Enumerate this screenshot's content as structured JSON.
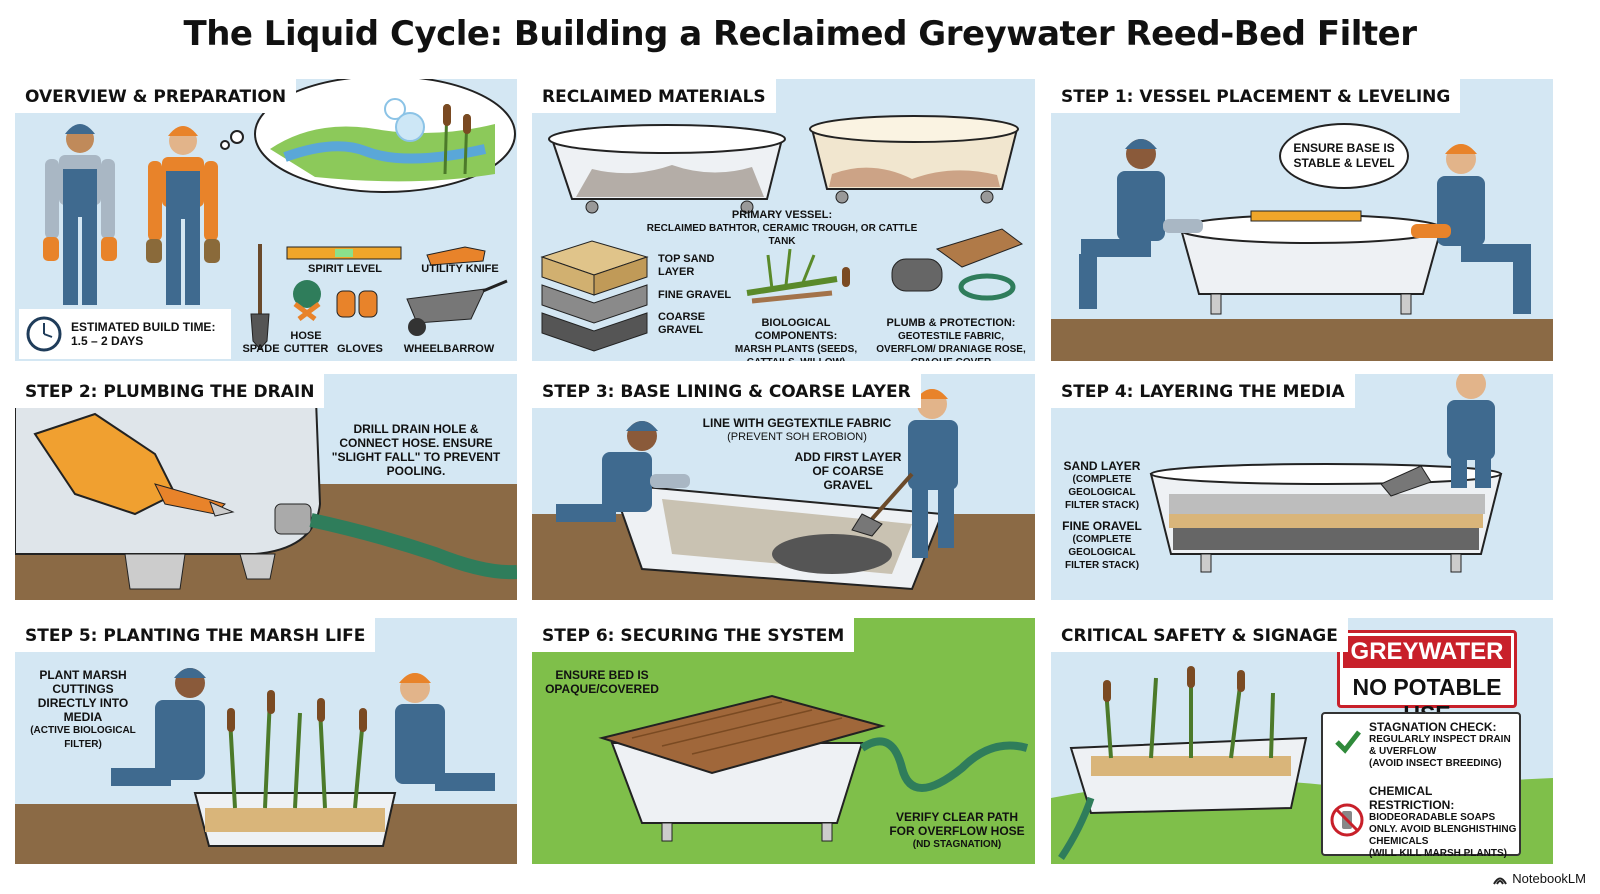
{
  "title": "The Liquid Cycle: Building a Reclaimed Greywater Reed-Bed Filter",
  "panels": {
    "overview": {
      "title": "OVERVIEW & PREPARATION",
      "tools": {
        "spirit_level": "SPIRIT LEVEL",
        "utility_knife": "UTILITY KNIFE",
        "spade": "SPADE",
        "hose_cutter": "HOSE CUTTER",
        "gloves": "GLOVES",
        "wheelbarrow": "WHEELBARROW"
      },
      "build_time_label": "ESTIMATED BUILD TIME:",
      "build_time_value": "1.5 – 2 DAYS"
    },
    "materials": {
      "title": "RECLAIMED MATERIALS",
      "primary_vessel_title": "PRIMARY VESSEL:",
      "primary_vessel_desc": "RECLAIMED BATHTOR, CERAMIC TROUGH, OR CATTLE TANK",
      "layers": [
        "TOP SAND LAYER",
        "FINE GRAVEL",
        "COARSE GRAVEL"
      ],
      "bio_title": "BIOLOGICAL COMPONENTS:",
      "bio_desc": "MARSH PLANTS (SEEDS, CATTAILS, WILLOW)",
      "plumb_title": "PLUMB & PROTECTION:",
      "plumb_desc": "GEOTESTILE FABRIC, OVERFLOM/ DRANIAGE ROSE, CPAQUE COVER"
    },
    "step1": {
      "title": "STEP 1: VESSEL PLACEMENT & LEVELING",
      "bubble": "ENSURE BASE IS STABLE & LEVEL"
    },
    "step2": {
      "title": "STEP 2: PLUMBING THE DRAIN",
      "note": "DRILL DRAIN HOLE & CONNECT HOSE. ENSURE \"SLIGHT FALL\" TO PREVENT POOLING."
    },
    "step3": {
      "title": "STEP 3: BASE LINING & COARSE LAYER",
      "note1": "LINE WITH GEGTEXTILE FABRIC",
      "note1_sub": "(PREVENT SOH EROBION)",
      "note2": "ADD FIRST LAYER OF COARSE GRAVEL"
    },
    "step4": {
      "title": "STEP 4: LAYERING THE MEDIA",
      "sand_label": "SAND LAYER",
      "sand_sub": "(COMPLETE GEOLOGICAL FILTER STACK)",
      "gravel_label": "FINE ORAVEL",
      "gravel_sub": "(COMPLETE GEOLOGICAL FILTER STACK)"
    },
    "step5": {
      "title": "STEP 5: PLANTING THE MARSH LIFE",
      "note": "PLANT MARSH CUTTINGS DIRECTLY INTO MEDIA",
      "note_sub": "(ACTIVE BIOLOGICAL FILTER)"
    },
    "step6": {
      "title": "STEP 6: SECURING THE SYSTEM",
      "note1": "ENSURE BED IS OPAQUE/COVERED",
      "note2": "VERIFY CLEAR PATH FOR OVERFLOW HOSE",
      "note2_sub": "(ND STAGNATION)"
    },
    "safety": {
      "title": "CRITICAL SAFETY & SIGNAGE",
      "sign_top": "GREYWATER",
      "sign_bottom": "NO POTABLE USE",
      "check1_title": "STAGNATION CHECK:",
      "check1_desc": "REGULARLY INSPECT DRAIN & UVERFLOW",
      "check1_sub": "(AVOID INSECT BREEDING)",
      "check2_title": "CHEMICAL RESTRICTION:",
      "check2_desc": "BIODEORADABLE SOAPS ONLY. AVOID BLENGHISTHING CHEMICALS",
      "check2_sub": "(WILL KILL MARSH PLANTS)"
    }
  },
  "footer": {
    "logo_text": "NotebookLM"
  },
  "colors": {
    "sky": "#d4e7f3",
    "soil": "#8b6a45",
    "grass": "#7fbf4a",
    "overalls": "#3f6a8f",
    "shirt": "#e8832a",
    "tub": "#eef1f4",
    "hose": "#2f7d5b",
    "sign_red": "#c8202a"
  },
  "icons": [
    "clock-icon",
    "checkmark-icon",
    "no-chemicals-icon",
    "notebooklm-logo-icon"
  ]
}
